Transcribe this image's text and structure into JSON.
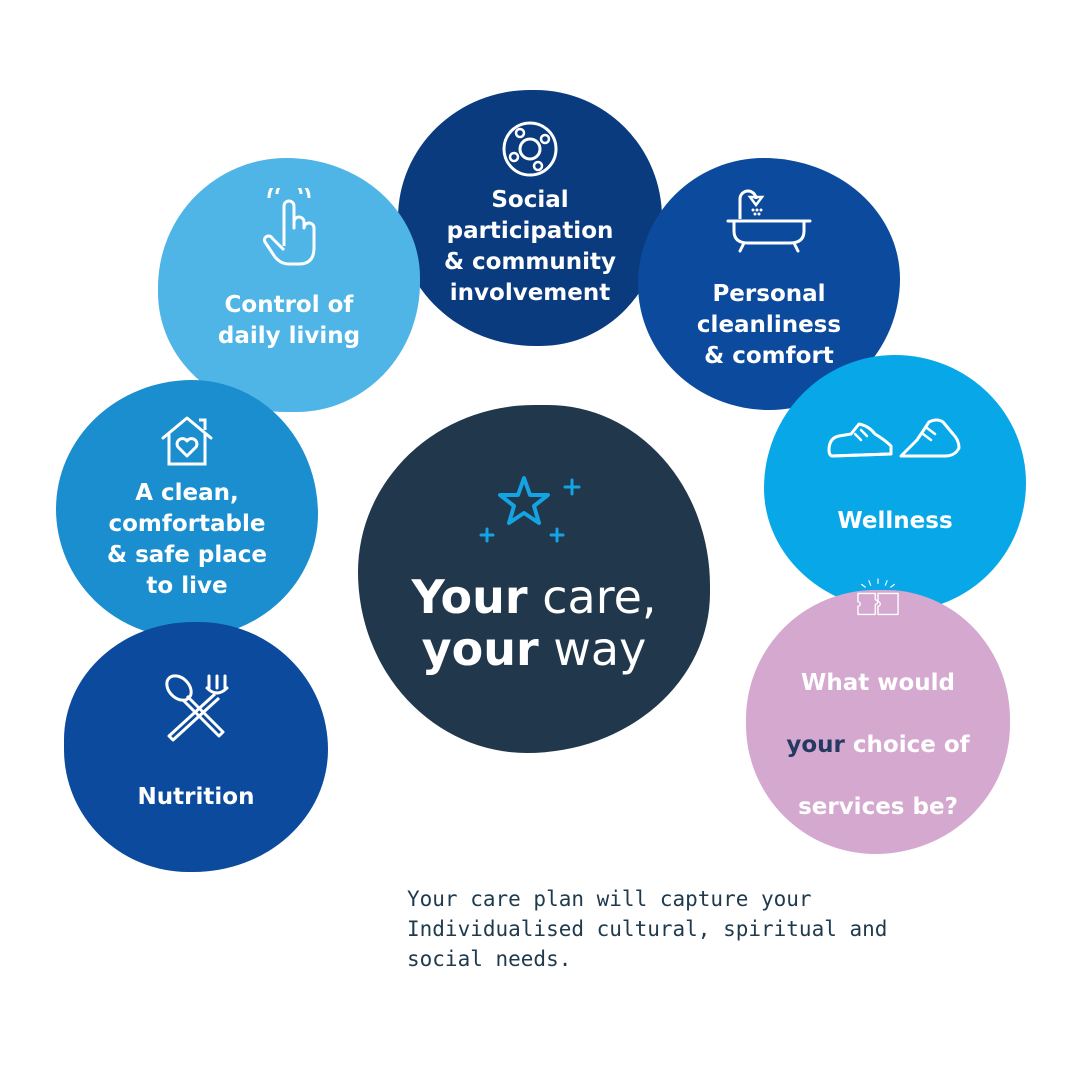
{
  "colors": {
    "center": "#21374c",
    "dark_navy": "#0b3b7f",
    "mid_navy": "#0b4a9c",
    "sky": "#4fb4e6",
    "bright_blue": "#08a8e8",
    "teal_blue": "#1a8ecf",
    "lilac": "#d4a8cf"
  },
  "center": {
    "title_line1_bold": "Your",
    "title_line1_rest": " care,",
    "title_line2_bold": "your",
    "title_line2_rest": " way",
    "icon": "stars-icon"
  },
  "bubbles": {
    "social": {
      "label": "Social\nparticipation\n& community\ninvolvement",
      "icon": "community-circle-icon"
    },
    "control": {
      "label": "Control of\ndaily living",
      "icon": "pointing-hand-icon"
    },
    "personal": {
      "label": "Personal\ncleanliness\n& comfort",
      "icon": "bathtub-icon"
    },
    "wellness": {
      "label": "Wellness",
      "icon": "sneakers-icon"
    },
    "home": {
      "label": "A clean,\ncomfortable\n& safe place\nto live",
      "icon": "house-heart-icon"
    },
    "nutrition": {
      "label": "Nutrition",
      "icon": "fork-spoon-icon"
    },
    "choice": {
      "label_part1": "What would",
      "label_part2_bold": "your",
      "label_part2_rest": " choice of",
      "label_part3": "services be?",
      "icon": "puzzle-icon"
    }
  },
  "caption": "Your care plan will capture your\nIndividualised cultural, spiritual and\nsocial needs."
}
